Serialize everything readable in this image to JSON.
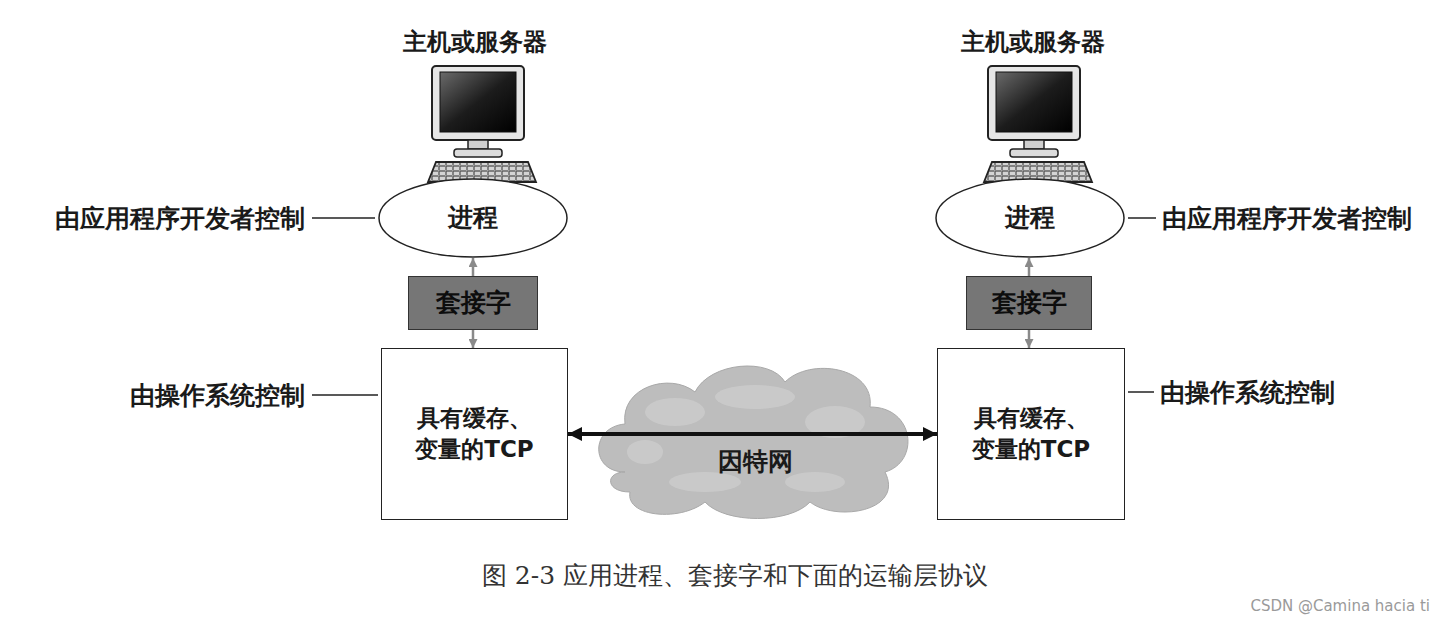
{
  "diagram": {
    "caption": "图 2-3 应用进程、套接字和下面的运输层协议",
    "nodes": [
      {
        "text": [
          "进程"
        ]
      },
      {
        "text": [
          "套接字"
        ]
      },
      {
        "text": [
          "具有缓存、 变量的TCP"
        ]
      },
      {
        "text": [
          "因特网"
        ]
      },
      {
        "text": [
          "进程"
        ]
      },
      {
        "text": [
          "套接字"
        ]
      },
      {
        "text": [
          "具有缓存、 变量的TCP"
        ]
      }
    ],
    "edges": [
      {
        "from": 1,
        "to": 0,
        "arrow": "to"
      },
      {
        "from": 1,
        "to": 2,
        "arrow": "to"
      },
      {
        "from": 2,
        "to": 6,
        "arrow": "both"
      },
      {
        "from": 5,
        "to": 4,
        "arrow": "to"
      },
      {
        "from": 5,
        "to": 6,
        "arrow": "to"
      }
    ],
    "labels": [
      "主机或服务器",
      "由应用程序开发者控制",
      "由操作系统控制",
      "主机或服务器",
      "由应用程序开发者控制",
      "由操作系统控制",
      "CSDN @Camina hacia ti"
    ]
  }
}
